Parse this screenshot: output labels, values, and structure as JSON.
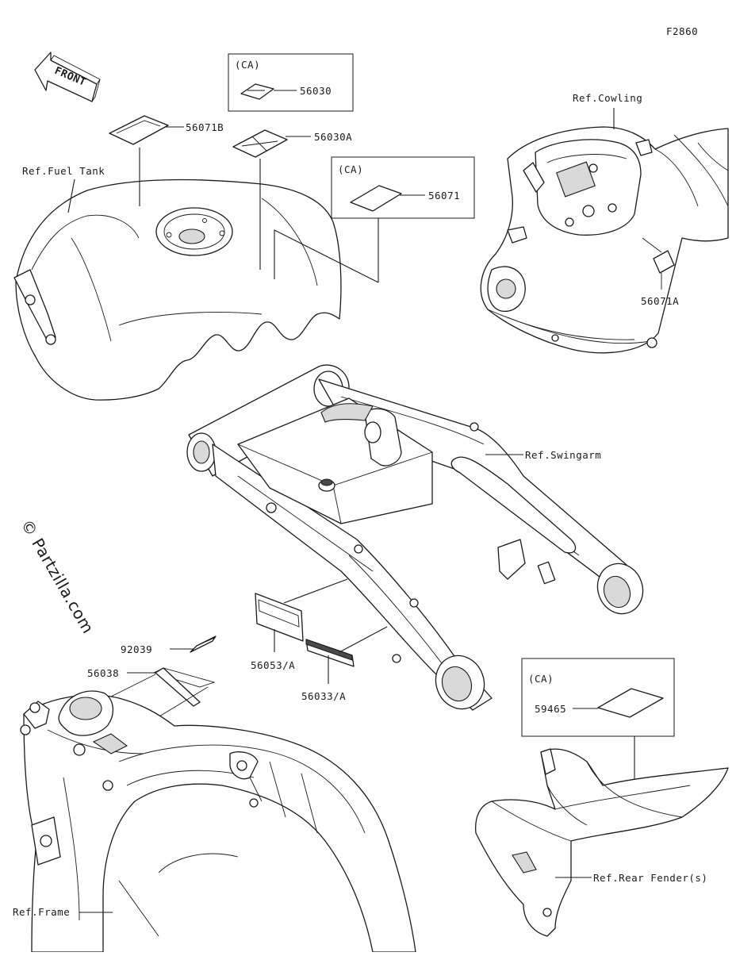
{
  "figure_code": "F2860",
  "front_label": "FRONT",
  "watermark": "© Partzilla.com",
  "references": {
    "fuel_tank": "Ref.Fuel Tank",
    "cowling": "Ref.Cowling",
    "swingarm": "Ref.Swingarm",
    "frame": "Ref.Frame",
    "rear_fender": "Ref.Rear Fender(s)"
  },
  "ca_boxes": {
    "box_56030": "(CA)",
    "box_56071": "(CA)",
    "box_59465": "(CA)"
  },
  "parts": {
    "p56030": "56030",
    "p56071B": "56071B",
    "p56030A": "56030A",
    "p56071": "56071",
    "p56071A": "56071A",
    "p92039": "92039",
    "p56038": "56038",
    "p56053A": "56053/A",
    "p56033A": "56033/A",
    "p59465": "59465"
  }
}
